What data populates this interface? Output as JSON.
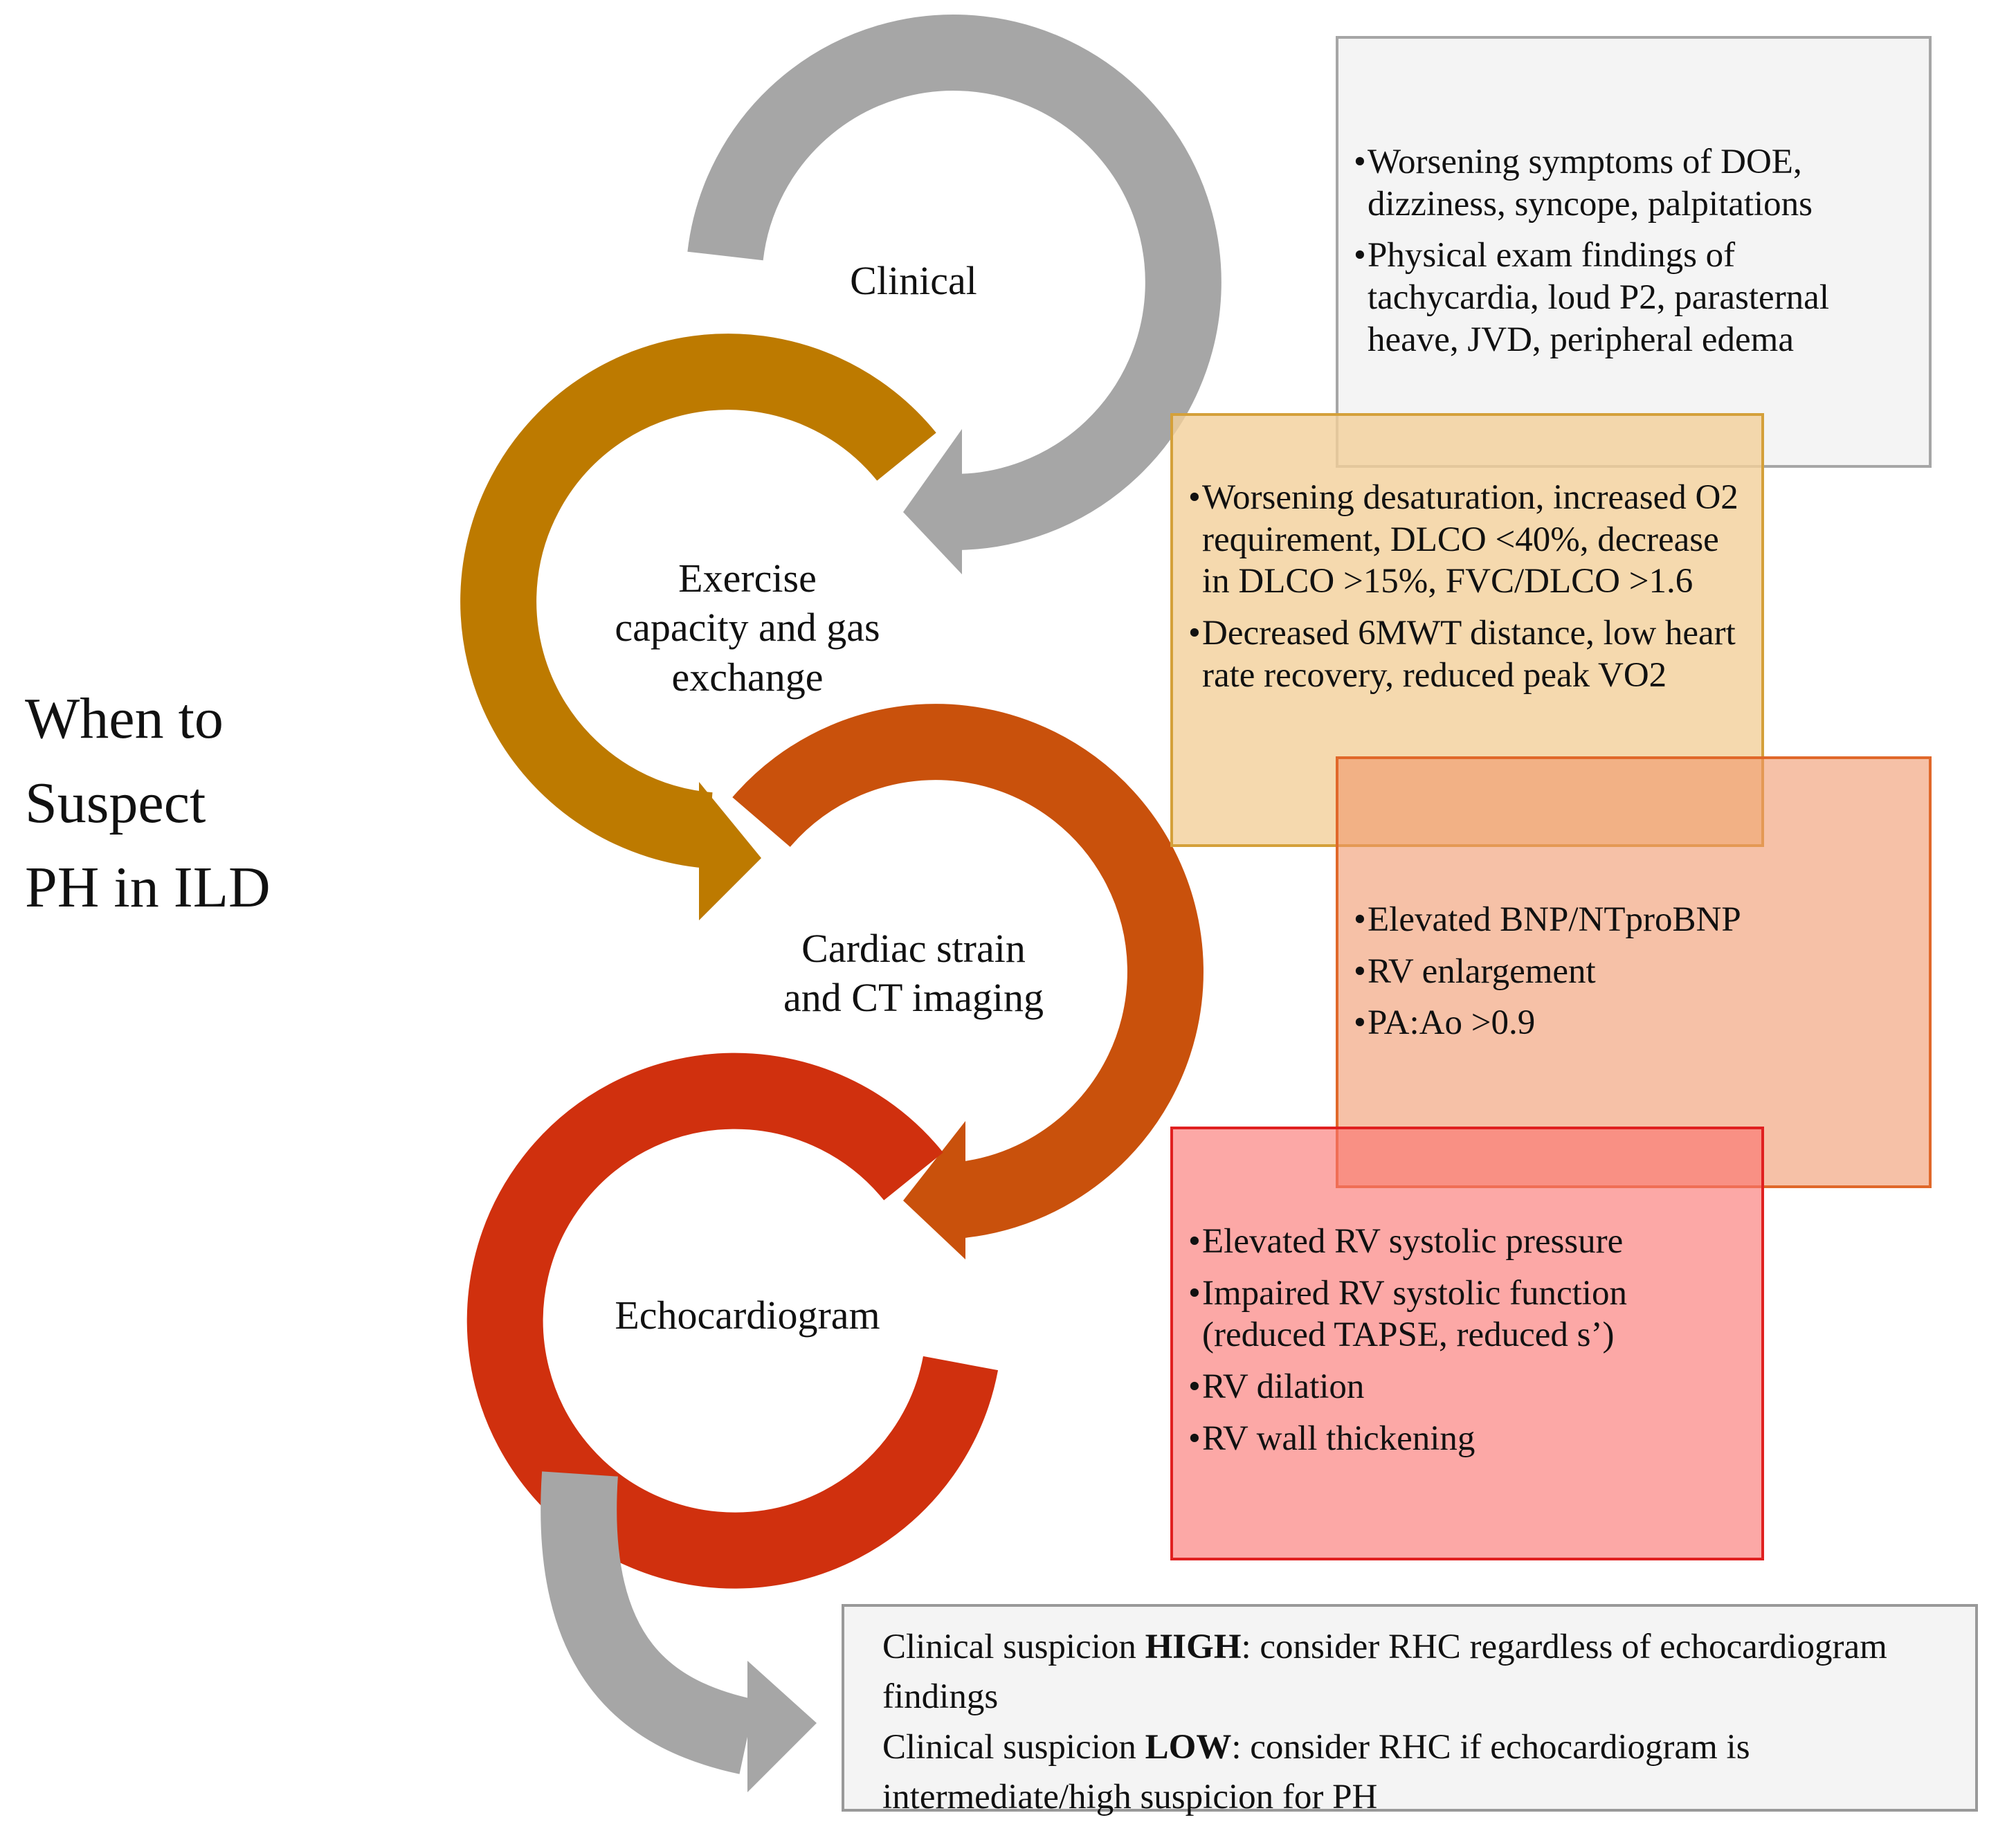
{
  "title": "When to\nSuspect\nPH in ILD",
  "steps": [
    {
      "label": "Clinical",
      "color": "#a6a6a6",
      "bullets": [
        "Worsening symptoms of DOE, dizziness, syncope, palpitations",
        "Physical exam findings of tachycardia, loud P2, parasternal heave, JVD, peripheral edema"
      ]
    },
    {
      "label": "Exercise\ncapacity and gas\nexchange",
      "color": "#bd7a00",
      "bullets": [
        "Worsening desaturation, increased O2 requirement, DLCO <40%, decrease in DLCO >15%, FVC/DLCO >1.6",
        "Decreased 6MWT distance, low heart rate recovery, reduced peak VO2"
      ]
    },
    {
      "label": "Cardiac strain\nand CT imaging",
      "color": "#c9510c",
      "bullets": [
        "Elevated BNP/NTproBNP",
        "RV enlargement",
        "PA:Ao >0.9"
      ]
    },
    {
      "label": "Echocardiogram",
      "color": "#d0300e",
      "bullets": [
        "Elevated RV systolic pressure",
        "Impaired RV systolic function (reduced TAPSE, reduced s’)",
        "RV dilation",
        "RV wall thickening"
      ]
    }
  ],
  "summary": {
    "high_prefix": "Clinical suspicion ",
    "high_bold": "HIGH",
    "high_rest": ": consider RHC regardless of echocardiogram findings",
    "low_prefix": "Clinical suspicion ",
    "low_bold": "LOW",
    "low_rest": ": consider RHC if echocardiogram is intermediate/high suspicion for PH"
  },
  "colors": {
    "final_arrow": "#a6a6a6"
  }
}
